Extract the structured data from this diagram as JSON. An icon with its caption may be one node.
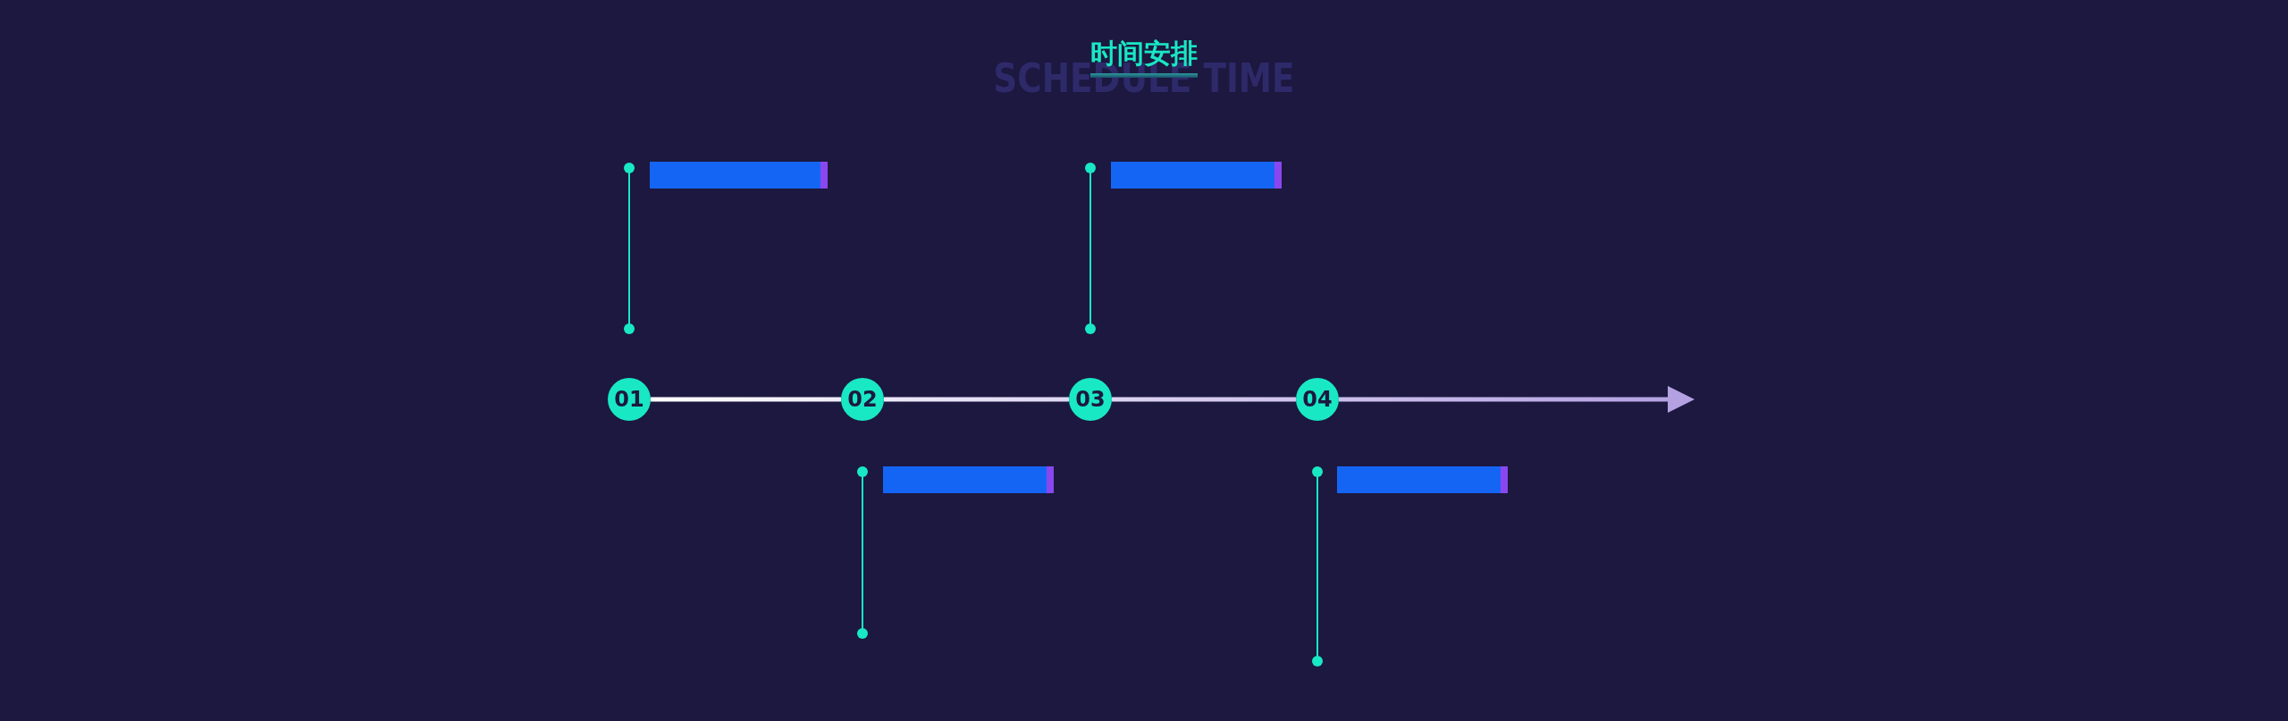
{
  "diagram": {
    "title": "时间安排",
    "nodes": [
      {
        "text": [],
        "shape": "bar"
      },
      {
        "text": [],
        "shape": "bar"
      },
      {
        "text": [
          "01"
        ]
      },
      {
        "text": [
          "02"
        ]
      },
      {
        "text": [
          "03"
        ]
      },
      {
        "text": [
          "04"
        ]
      },
      {
        "text": [],
        "shape": "bar"
      },
      {
        "text": [],
        "shape": "bar"
      }
    ],
    "edges": [
      {
        "from": 2,
        "to": 3,
        "arrow": "none",
        "style": "thick"
      },
      {
        "from": 3,
        "to": 4,
        "arrow": "none",
        "style": "thick"
      },
      {
        "from": 4,
        "to": 5,
        "arrow": "none",
        "style": "thick"
      },
      {
        "from": 5,
        "to": null,
        "arrow": "to",
        "style": "thick"
      }
    ],
    "labels": [
      "SCHEDULE TIME"
    ]
  }
}
